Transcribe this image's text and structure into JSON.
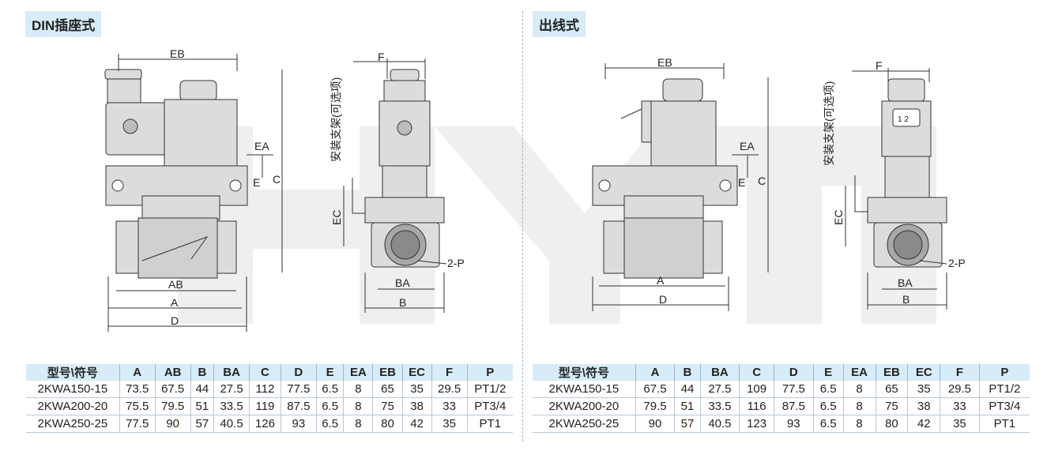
{
  "watermark": "HYTC",
  "left": {
    "title": "DIN插座式",
    "labels": {
      "eb": "EB",
      "f": "F",
      "ea": "EA",
      "e": "E",
      "c": "C",
      "ec": "EC",
      "p": "2-P",
      "ab": "AB",
      "a": "A",
      "d": "D",
      "ba": "BA",
      "b": "B",
      "bracket": "安装支架(可选项)"
    },
    "table": {
      "headers": [
        "型号\\符号",
        "A",
        "AB",
        "B",
        "BA",
        "C",
        "D",
        "E",
        "EA",
        "EB",
        "EC",
        "F",
        "P"
      ],
      "rows": [
        [
          "2KWA150-15",
          "73.5",
          "67.5",
          "44",
          "27.5",
          "112",
          "77.5",
          "6.5",
          "8",
          "65",
          "35",
          "29.5",
          "PT1/2"
        ],
        [
          "2KWA200-20",
          "75.5",
          "79.5",
          "51",
          "33.5",
          "119",
          "87.5",
          "6.5",
          "8",
          "75",
          "38",
          "33",
          "PT3/4"
        ],
        [
          "2KWA250-25",
          "77.5",
          "90",
          "57",
          "40.5",
          "126",
          "93",
          "6.5",
          "8",
          "80",
          "42",
          "35",
          "PT1"
        ]
      ]
    }
  },
  "right": {
    "title": "出线式",
    "labels": {
      "eb": "EB",
      "f": "F",
      "ea": "EA",
      "e": "E",
      "c": "C",
      "ec": "EC",
      "p": "2-P",
      "a": "A",
      "d": "D",
      "ba": "BA",
      "b": "B",
      "bracket": "安装支架(可选项)",
      "terminal": "1 2"
    },
    "table": {
      "headers": [
        "型号\\符号",
        "A",
        "B",
        "BA",
        "C",
        "D",
        "E",
        "EA",
        "EB",
        "EC",
        "F",
        "P"
      ],
      "rows": [
        [
          "2KWA150-15",
          "67.5",
          "44",
          "27.5",
          "109",
          "77.5",
          "6.5",
          "8",
          "65",
          "35",
          "29.5",
          "PT1/2"
        ],
        [
          "2KWA200-20",
          "79.5",
          "51",
          "33.5",
          "116",
          "87.5",
          "6.5",
          "8",
          "75",
          "38",
          "33",
          "PT3/4"
        ],
        [
          "2KWA250-25",
          "90",
          "57",
          "40.5",
          "123",
          "93",
          "6.5",
          "8",
          "80",
          "42",
          "35",
          "PT1"
        ]
      ]
    }
  }
}
